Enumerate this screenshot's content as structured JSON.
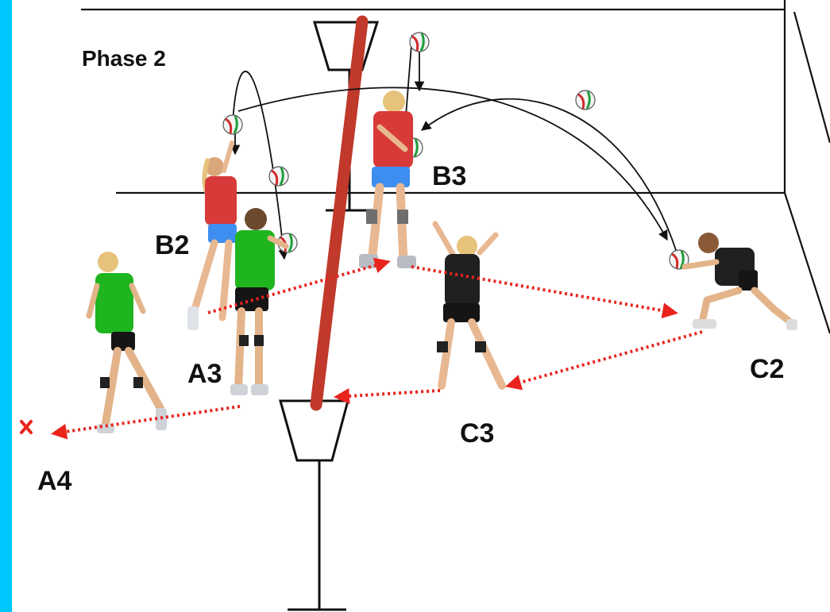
{
  "title": "Phase 2",
  "players": [
    {
      "id": "b2",
      "label": "B2",
      "team": "B",
      "shirt": "#d83a3a",
      "shorts": "#3d8ef0"
    },
    {
      "id": "b3",
      "label": "B3",
      "team": "B",
      "shirt": "#d83a3a",
      "shorts": "#3d8ef0"
    },
    {
      "id": "a3",
      "label": "A3",
      "team": "A",
      "shirt": "#1fb51f",
      "shorts": "#151515"
    },
    {
      "id": "a4",
      "label": "A4",
      "team": "A",
      "shirt": "#1fb51f",
      "shorts": "#151515"
    },
    {
      "id": "c2",
      "label": "C2",
      "team": "C",
      "shirt": "#202020",
      "shorts": "#151515"
    },
    {
      "id": "c3",
      "label": "C3",
      "team": "C",
      "shirt": "#202020",
      "shorts": "#151515"
    }
  ],
  "colors": {
    "sidebar": "#00c8ff",
    "pole": "#c0392b",
    "pass_arrow": "#e8241d",
    "court_lines": "#111111",
    "ball_trajectory": "#111111"
  },
  "icons": [
    "volleyball-icon",
    "basket-icon",
    "target-x-icon"
  ]
}
